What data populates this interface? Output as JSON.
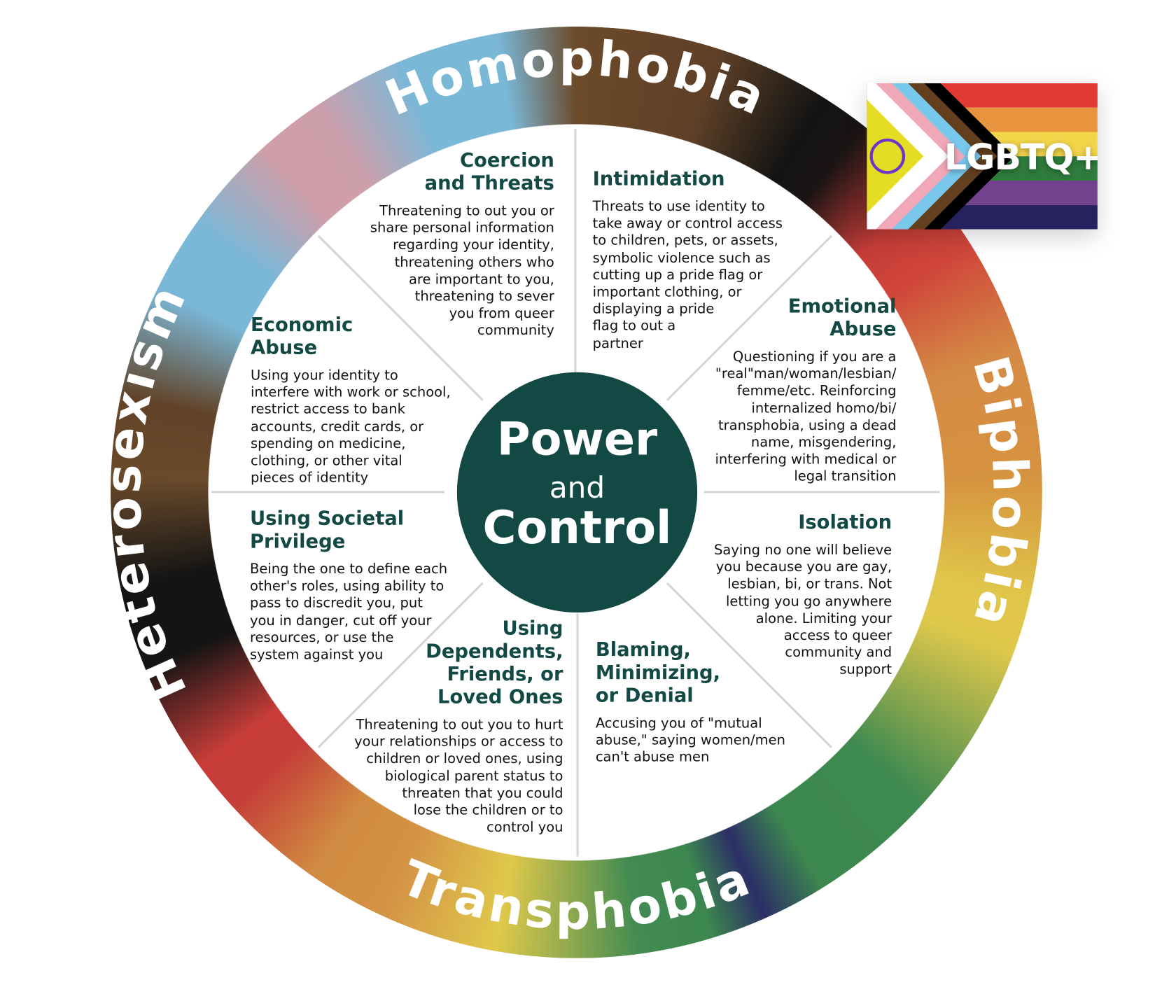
{
  "title": "Power and Control Wheel (LGBTQ+)",
  "center": {
    "line1": "Power",
    "line2": "and",
    "line3": "Control",
    "bg_color": "#134944",
    "text_color": "#ffffff"
  },
  "ring_labels": {
    "top": "Homophobia",
    "right": "Biphobia",
    "bottom": "Transphobia",
    "left": "Heterosexism"
  },
  "flag": {
    "label": "LGBTQ+",
    "stripes": [
      "#e03a33",
      "#e8943f",
      "#f3d54a",
      "#2e7d3c",
      "#74418f",
      "#25225f"
    ],
    "chevrons": [
      "#000000",
      "#62401f",
      "#79c8ec",
      "#f0a8b8",
      "#ffffff",
      "#e5dd24"
    ],
    "intersex_circle": "#7032c9"
  },
  "sections": [
    {
      "id": "coercion",
      "title": "Coercion and Threats",
      "title_lines": [
        "Coercion",
        "and Threats"
      ],
      "body_lines": [
        "Threatening to out you or",
        "share personal information",
        "regarding your identity,",
        "threatening others who",
        "are important to you,",
        "threatening to sever",
        "you from queer",
        "community"
      ]
    },
    {
      "id": "intimidation",
      "title": "Intimidation",
      "title_lines": [
        "Intimidation"
      ],
      "body_lines": [
        "Threats to use identity to",
        "take away or control access",
        "to children, pets, or assets,",
        "symbolic violence such as",
        "cutting up a pride flag or",
        "important clothing, or",
        "displaying a pride",
        "flag to out a",
        "partner"
      ]
    },
    {
      "id": "emotional",
      "title": "Emotional Abuse",
      "title_lines": [
        "Emotional",
        "Abuse"
      ],
      "body_lines": [
        "Questioning if you are a",
        "\"real\"man/woman/lesbian/",
        "femme/etc. Reinforcing",
        "internalized homo/bi/",
        "transphobia, using a dead",
        "name, misgendering,",
        "interfering with medical or",
        "legal transition"
      ]
    },
    {
      "id": "isolation",
      "title": "Isolation",
      "title_lines": [
        "Isolation"
      ],
      "body_lines": [
        "Saying no one will believe",
        "you because you are gay,",
        "lesbian, bi, or trans. Not",
        "letting you go anywhere",
        "alone. Limiting your",
        "access to queer",
        "community and",
        "support"
      ]
    },
    {
      "id": "blaming",
      "title": "Blaming, Minimizing, or Denial",
      "title_lines": [
        "Blaming,",
        "Minimizing,",
        "or Denial"
      ],
      "body_lines": [
        "Accusing you of \"mutual",
        "abuse,\" saying women/men",
        "can't abuse men"
      ]
    },
    {
      "id": "dependents",
      "title": "Using Dependents, Friends, or Loved Ones",
      "title_lines": [
        "Using",
        "Dependents,",
        "Friends, or",
        "Loved Ones"
      ],
      "body_lines": [
        "Threatening to out you to hurt",
        "your relationships or access to",
        "children or loved ones, using",
        "biological parent status to",
        "threaten that you could",
        "lose the children or to",
        "control you"
      ]
    },
    {
      "id": "privilege",
      "title": "Using Societal Privilege",
      "title_lines": [
        "Using Societal",
        "Privilege"
      ],
      "body_lines": [
        "Being the one to define each",
        "other's roles, using ability to",
        "pass to discredit you, put",
        "you in danger, cut off your",
        "resources, or use the",
        "system against you"
      ]
    },
    {
      "id": "economic",
      "title": "Economic Abuse",
      "title_lines": [
        "Economic",
        "Abuse"
      ],
      "body_lines": [
        "Using your identity to",
        "interfere with work or school,",
        "restrict access to bank",
        "accounts, credit cards, or",
        "spending on medicine,",
        "clothing, or other vital",
        "pieces of identity"
      ]
    }
  ],
  "colors": {
    "heading": "#134944",
    "body_text": "#111111",
    "spoke": "#d6d6d6"
  }
}
